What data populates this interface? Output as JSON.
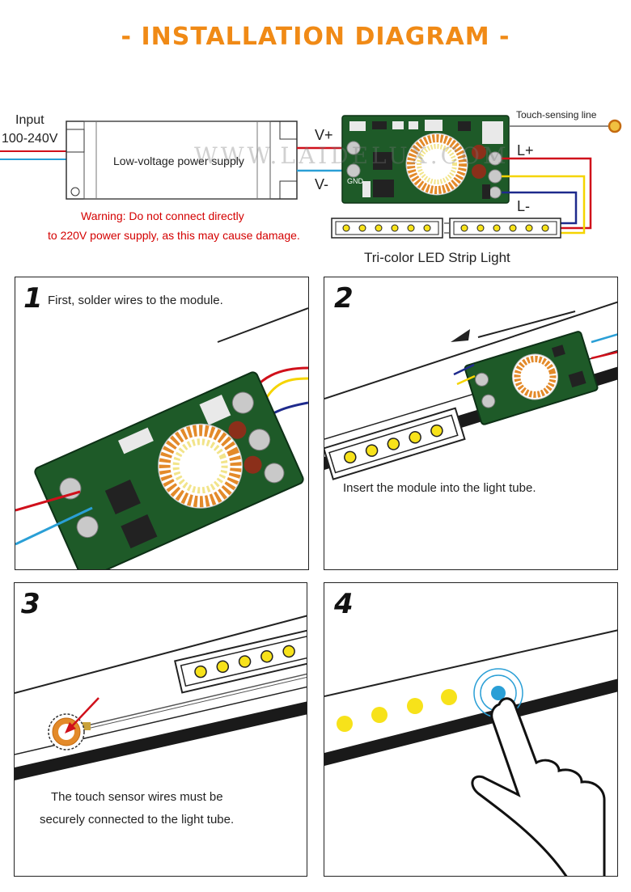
{
  "title": "- INSTALLATION DIAGRAM -",
  "top": {
    "input_label": "Input",
    "input_voltage": "100-240V",
    "psu_label": "Low-voltage power supply",
    "vplus": "V+",
    "vminus": "V-",
    "touch_line": "Touch-sensing line",
    "lplus": "L+",
    "lminus": "L-",
    "strip_label": "Tri-color LED Strip Light",
    "gnd": "GND",
    "warning_line1": "Warning: Do not connect directly",
    "warning_line2": "to 220V power supply, as this may cause damage."
  },
  "watermark": "WWW.LAIDELUX.COM",
  "steps": [
    {
      "number": "1",
      "text": "First, solder wires to the module."
    },
    {
      "number": "2",
      "text": "Insert the module into the light tube."
    },
    {
      "number": "3",
      "text_line1": "The touch sensor wires must be",
      "text_line2": "securely connected to the light tube."
    },
    {
      "number": "4"
    }
  ],
  "colors": {
    "title": "#f08a16",
    "warning": "#d40000",
    "wire_red": "#d0101b",
    "wire_blue": "#2a9fd6",
    "wire_yellow": "#f5d400",
    "wire_navy": "#1e2a8c",
    "pcb_green": "#1e5a28",
    "led_yellow": "#f7e21a"
  }
}
